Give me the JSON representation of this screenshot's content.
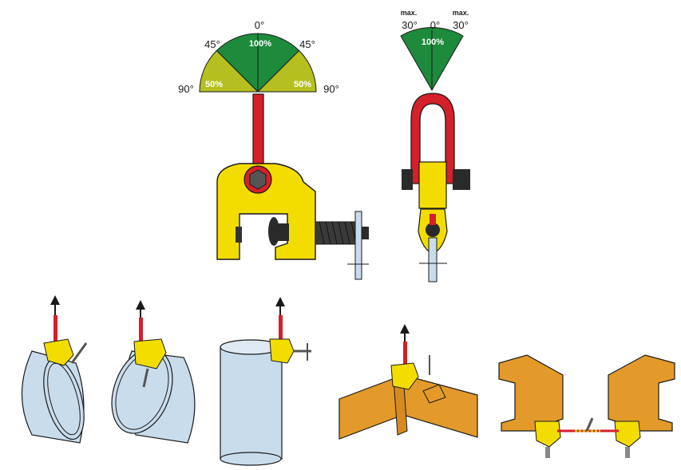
{
  "colors": {
    "green": "#1e8a3c",
    "yellow_green": "#b5c020",
    "clamp_yellow": "#f3dd00",
    "red": "#d4202a",
    "pipe_blue": "#c9dcec",
    "steel_orange": "#e39a2a",
    "outline": "#1a1a1a"
  },
  "angle_gauge_left": {
    "top_angle": "0°",
    "left_45": "45°",
    "right_45": "45°",
    "left_90": "90°",
    "right_90": "90°",
    "center_pct": "100%",
    "left_pct": "50%",
    "right_pct": "50%"
  },
  "angle_gauge_right": {
    "left_max": "max.",
    "left_angle": "30°",
    "center_angle": "0°",
    "right_max": "max.",
    "right_angle": "30°",
    "center_pct": "100%"
  },
  "icons": [
    "screw-clamp-side-view",
    "screw-clamp-front-view-with-shackle",
    "clamp-on-horizontal-pipe-edge",
    "clamp-on-tilted-pipe-edge",
    "clamp-on-vertical-pipe",
    "clamp-on-angled-steel-plate",
    "two-clamps-joining-i-beams"
  ]
}
